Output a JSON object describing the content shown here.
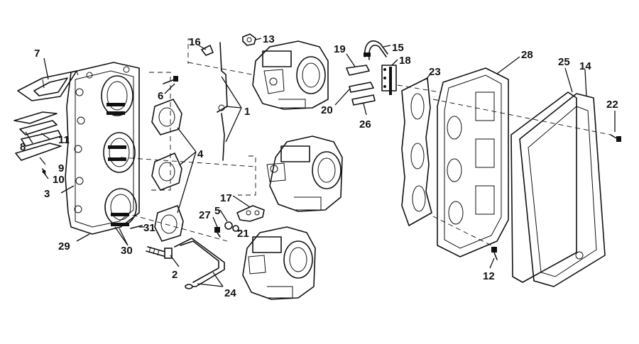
{
  "callouts": {
    "c1": "1",
    "c2": "2",
    "c3": "3",
    "c4": "4",
    "c5": "5",
    "c6": "6",
    "c7": "7",
    "c8": "8",
    "c9": "9",
    "c10": "10",
    "c11": "11",
    "c12": "12",
    "c13": "13",
    "c14": "14",
    "c15": "15",
    "c16": "16",
    "c17": "17",
    "c18": "18",
    "c19": "19",
    "c20": "20",
    "c21": "21",
    "c22": "22",
    "c23": "23",
    "c24": "24",
    "c25": "25",
    "c26": "26",
    "c27": "27",
    "c28": "28",
    "c29": "29",
    "c30": "30",
    "c31": "31"
  },
  "colors": {
    "ink": "#111111",
    "paper": "#ffffff"
  }
}
